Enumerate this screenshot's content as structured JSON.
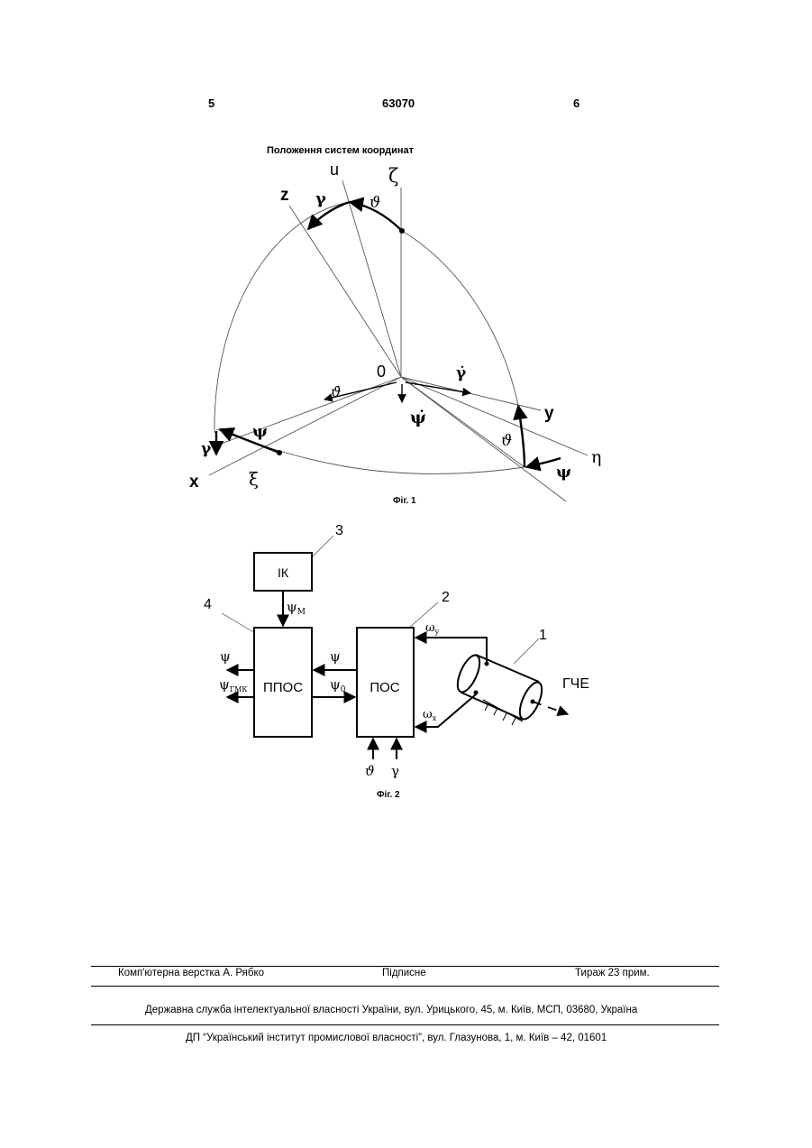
{
  "header": {
    "page_left": "5",
    "patent_number": "63070",
    "page_right": "6"
  },
  "fig1": {
    "title": "Положення систем координат",
    "caption": "Фіг. 1",
    "axes": {
      "u": "u",
      "zeta": "ζ",
      "z": "z",
      "x": "x",
      "y": "y",
      "xi": "ξ",
      "eta": "η"
    },
    "origin": "0",
    "angles": {
      "gamma": "γ",
      "theta": "ϑ",
      "psi": "ψ"
    },
    "rates": {
      "theta_dot": "ϑ̇",
      "gamma_dot": "γ̇",
      "psi_dot": "ψ̇"
    }
  },
  "fig2": {
    "caption": "Фіг. 2",
    "numbers": {
      "n1": "1",
      "n2": "2",
      "n3": "3",
      "n4": "4"
    },
    "blocks": {
      "ik": "ІК",
      "ppos": "ППОС",
      "pos": "ПОС"
    },
    "gche": "ГЧЕ",
    "signals": {
      "psi_m": "ψ",
      "psi_m_sub": "M",
      "psi_out": "ψ",
      "psi_gmk": "ψ",
      "psi_gmk_sub": "ГМК",
      "psi_mid": "ψ",
      "psi_0": "ψ",
      "psi_0_sub": "0",
      "omega_y": "ω",
      "omega_y_sub": "y",
      "omega_x": "ω",
      "omega_x_sub": "x",
      "theta_in": "ϑ",
      "gamma_in": "γ"
    }
  },
  "footer": {
    "layout": "Комп'ютерна верстка А. Рябко",
    "signed": "Підписне",
    "circulation": "Тираж 23 прим.",
    "agency": "Державна служба інтелектуальної власності України, вул. Урицького, 45, м. Київ, МСП, 03680, Україна",
    "institute": "ДП “Український інститут промислової власності”, вул. Глазунова, 1, м. Київ – 42, 01601"
  }
}
